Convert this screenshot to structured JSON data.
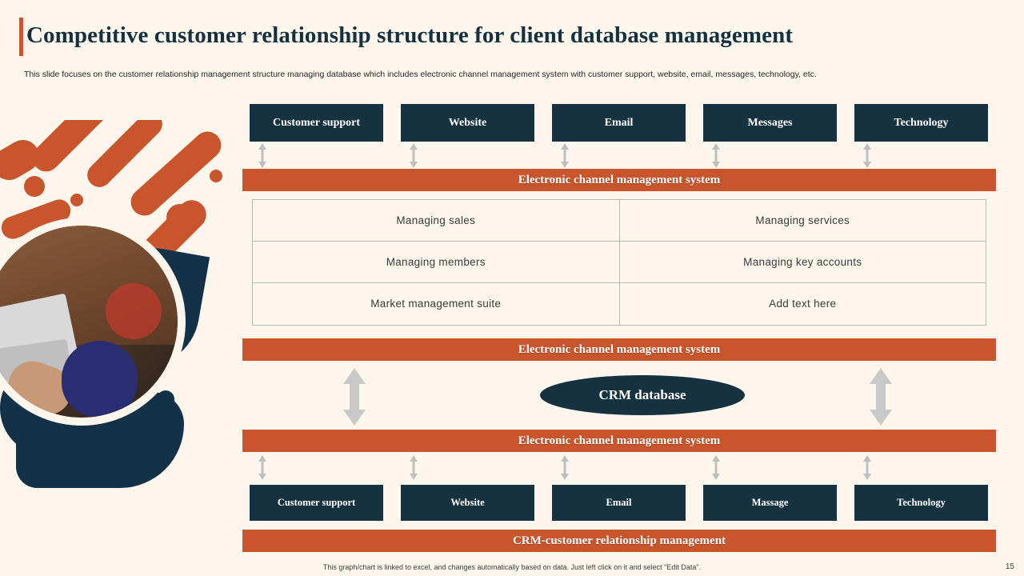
{
  "header": {
    "title": "Competitive customer relationship structure for client database management",
    "subtitle": "This slide focuses on the customer relationship management structure managing database which includes electronic channel management system with customer support, website, email, messages, technology, etc."
  },
  "top_channels": [
    {
      "label": "Customer support"
    },
    {
      "label": "Website"
    },
    {
      "label": "Email"
    },
    {
      "label": "Messages"
    },
    {
      "label": "Technology"
    }
  ],
  "bars": {
    "ecms_1": "Electronic channel management system",
    "ecms_2": "Electronic channel management system",
    "ecms_3": "Electronic channel management system",
    "crm_footer": "CRM-customer relationship management"
  },
  "matrix": {
    "rows": [
      [
        "Managing sales",
        "Managing services"
      ],
      [
        "Managing members",
        "Managing key accounts"
      ],
      [
        "Market management suite",
        "Add text here"
      ]
    ]
  },
  "crm_database": {
    "label": "CRM database"
  },
  "bottom_channels": [
    {
      "label": "Customer support"
    },
    {
      "label": "Website"
    },
    {
      "label": "Email"
    },
    {
      "label": "Massage"
    },
    {
      "label": "Technology"
    }
  ],
  "footer": {
    "note": "This graph/chart is linked to excel, and changes automatically based on data. Just left click on it and select \"Edit Data\".",
    "page": "15"
  },
  "colors": {
    "background": "#fdf6ec",
    "navy": "#16313f",
    "orange": "#c9552c",
    "arrow_grey": "#bfbfbf",
    "title": "#15313f"
  }
}
